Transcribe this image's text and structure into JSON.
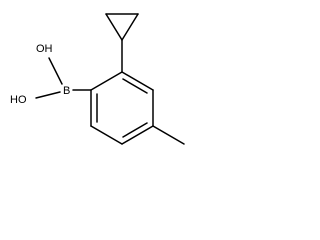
{
  "molecule": {
    "type": "skeletal-structure",
    "atoms": {
      "oh_top": "OH",
      "oh_bottom": "HO",
      "boron": "B"
    }
  }
}
